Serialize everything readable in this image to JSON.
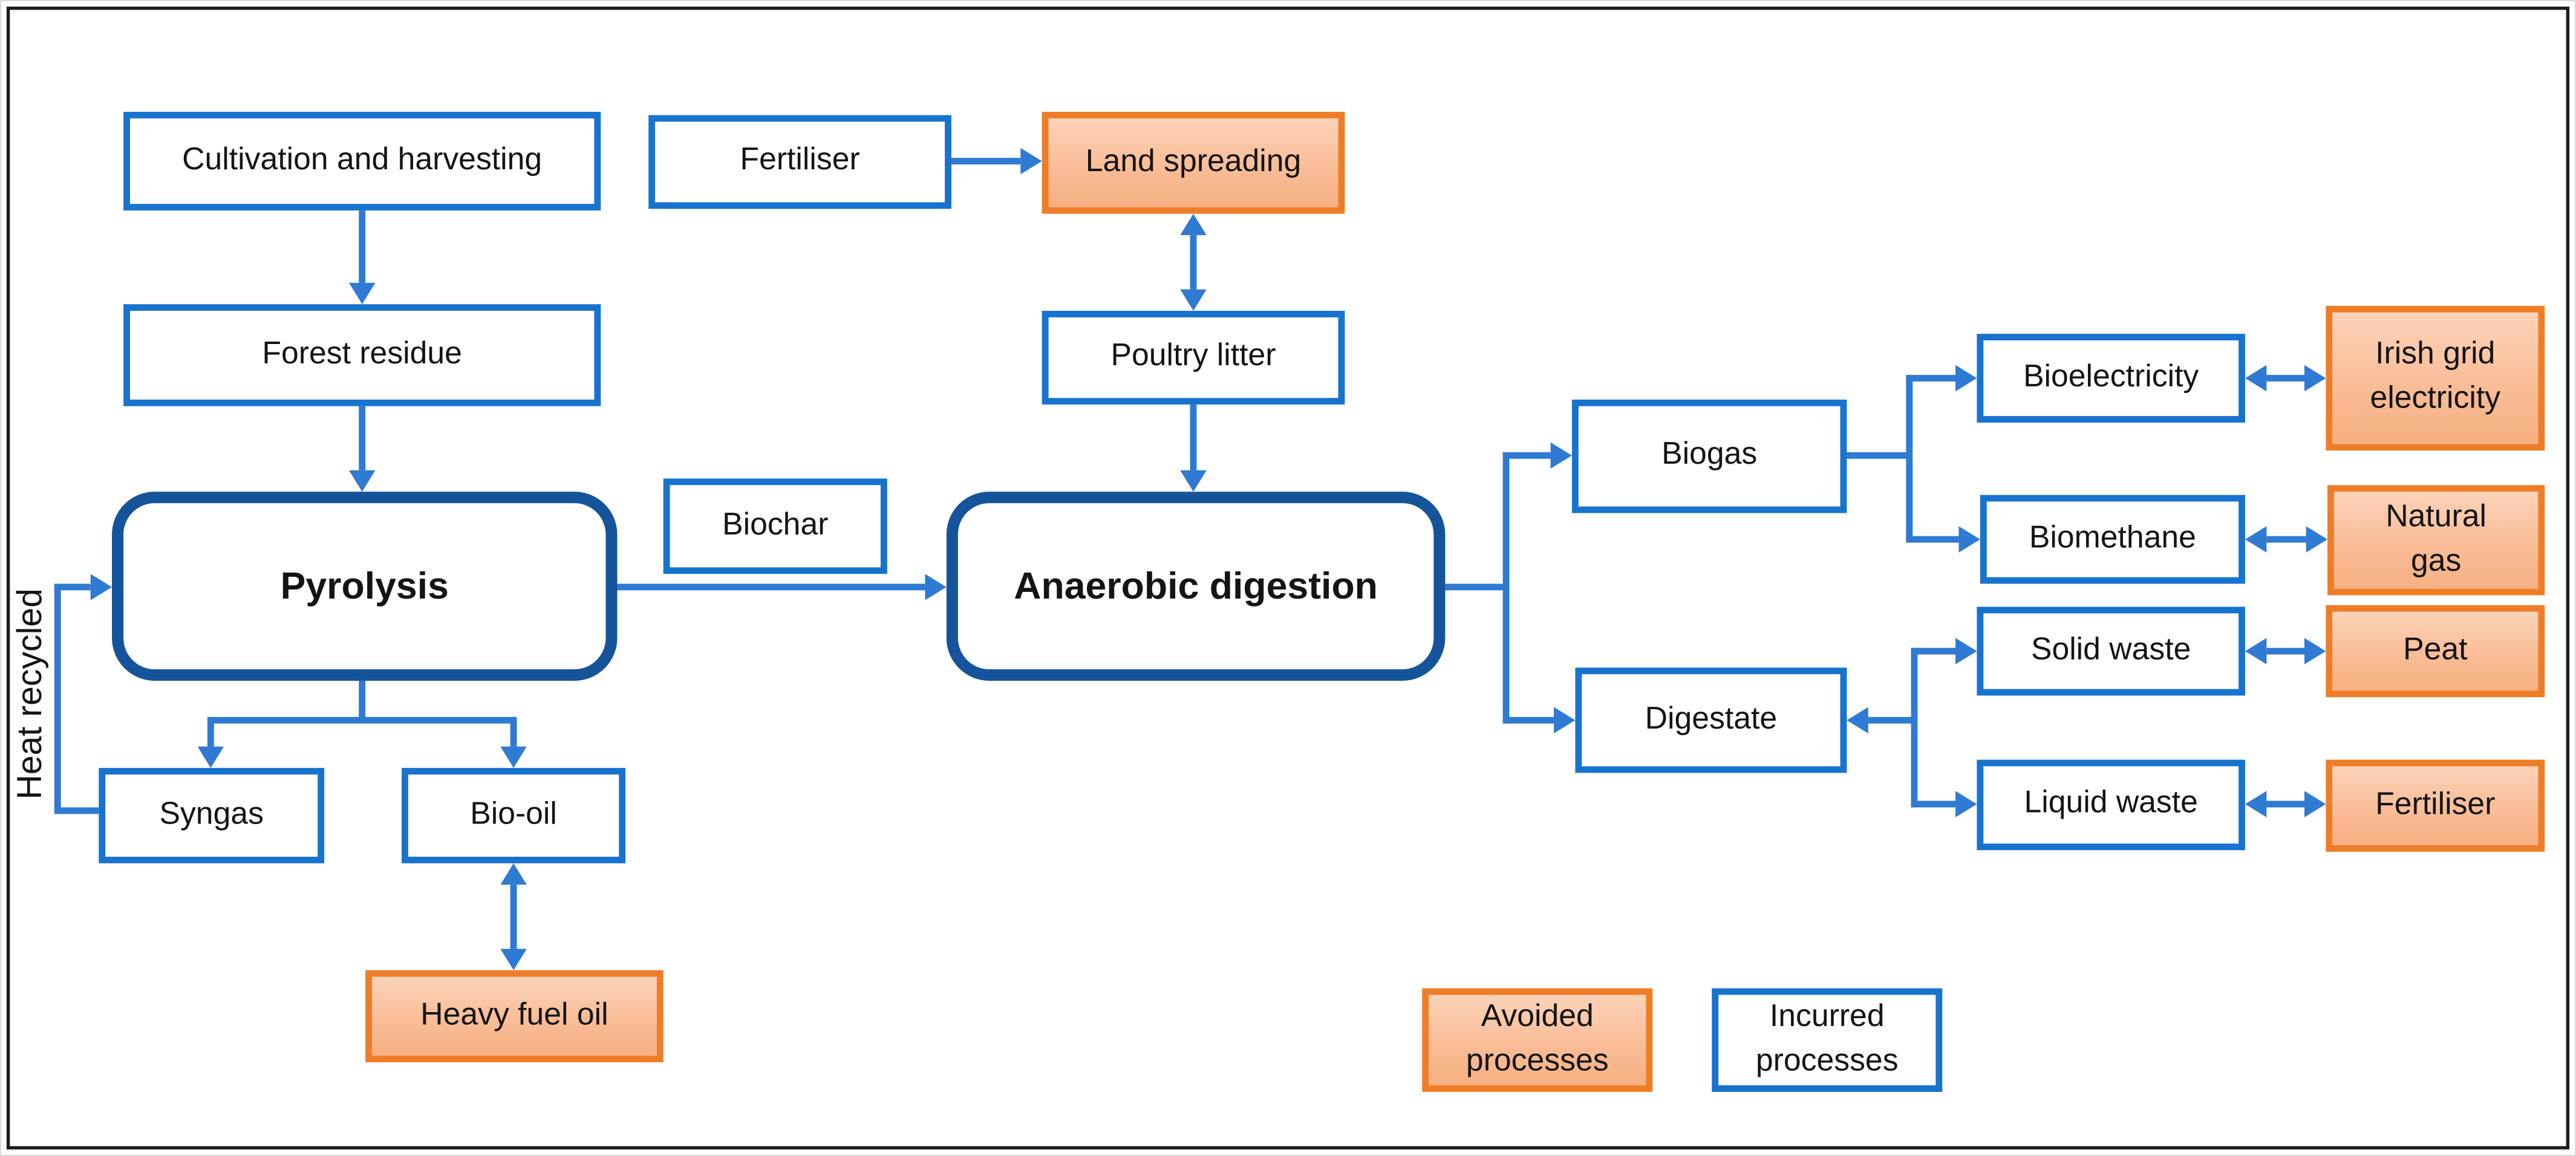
{
  "figure": {
    "nodes": {
      "cultivation": "Cultivation and harvesting",
      "forest_residue": "Forest residue",
      "pyrolysis": "Pyrolysis",
      "biochar": "Biochar",
      "anaerobic_digestion": "Anaerobic digestion",
      "fertiliser_input": "Fertiliser",
      "land_spreading": "Land spreading",
      "poultry_litter": "Poultry litter",
      "biogas": "Biogas",
      "digestate": "Digestate",
      "bioelectricity": "Bioelectricity",
      "biomethane": "Biomethane",
      "solid_waste": "Solid waste",
      "liquid_waste": "Liquid waste",
      "irish_grid_electricity": "Irish grid\nelectricity",
      "natural_gas": "Natural\ngas",
      "peat": "Peat",
      "fertiliser_avoided": "Fertiliser",
      "syngas": "Syngas",
      "bio_oil": "Bio-oil",
      "heavy_fuel_oil": "Heavy fuel oil"
    },
    "annotations": {
      "heat_recycled": "Heat recycled"
    },
    "legend": {
      "avoided": "Avoided\nprocesses",
      "incurred": "Incurred\nprocesses"
    },
    "colors": {
      "incurred_border": "#1873CE",
      "process_border": "#15549B",
      "avoided_border": "#EF7D28",
      "avoided_fill": "#F9BD97",
      "arrow": "#2F7AD2",
      "frame": "#1d1d1d"
    }
  }
}
